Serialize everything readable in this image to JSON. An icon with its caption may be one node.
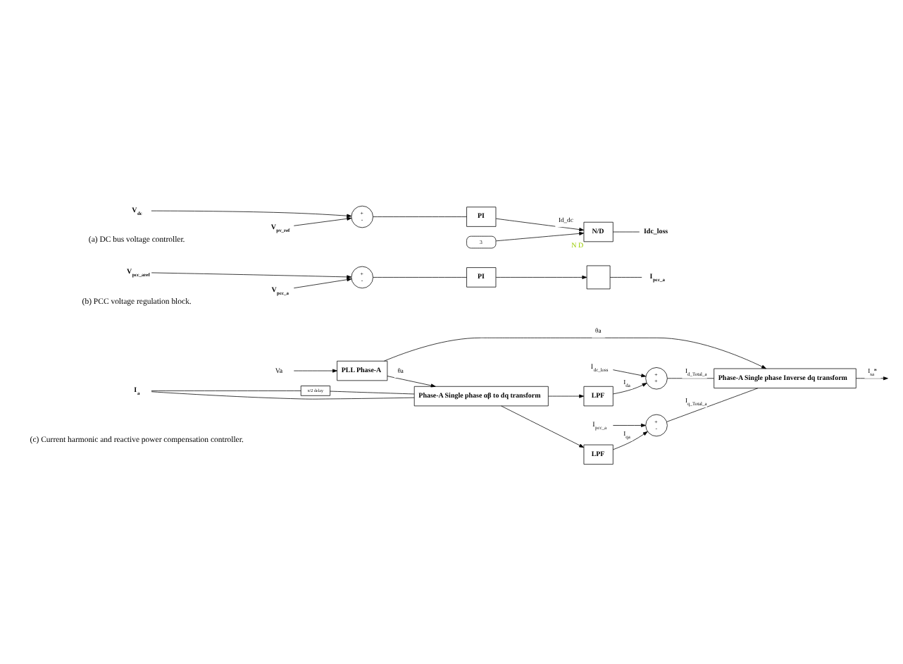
{
  "diagram": {
    "nodes": [
      {
        "text": [
          "V$_{dc}$"
        ]
      },
      {
        "text": [
          "V$_{pv_ref}$"
        ]
      },
      {
        "text": [
          "+",
          "-"
        ]
      },
      {
        "text": [
          "PI"
        ]
      },
      {
        "text": [
          "N/D"
        ],
        "beside": [
          "N",
          "D"
        ]
      },
      {
        "text": [
          "3"
        ]
      },
      {
        "text": [
          "Idc_loss"
        ]
      },
      {
        "text": [
          "V$_{pcc_aref}$"
        ]
      },
      {
        "text": [
          "V$_{pcc_a}$"
        ]
      },
      {
        "text": [
          "+",
          "-"
        ]
      },
      {
        "text": [
          "PI"
        ]
      },
      {
        "text": [],
        "shape": "box"
      },
      {
        "text": [
          "I$_{pcc_a}$"
        ]
      },
      {
        "text": [
          "I$_{a}$"
        ]
      },
      {
        "text": [
          "π/2 delay"
        ]
      },
      {
        "text": [
          "Phase-A Single phase αβ to dq transform"
        ]
      },
      {
        "text": [
          "LPF"
        ]
      },
      {
        "text": [
          "LPF"
        ]
      },
      {
        "text": [
          "+",
          "+"
        ]
      },
      {
        "text": [
          "+",
          "-"
        ]
      },
      {
        "text": [
          "I$_{dc_loss}$"
        ]
      },
      {
        "text": [
          "I$_{pcc_a}$"
        ]
      },
      {
        "text": [
          "Phase-A Single phase Inverse dq transform"
        ]
      },
      {
        "text": [
          "PLL Phase-A"
        ]
      },
      {
        "text": [
          "Va"
        ]
      }
    ],
    "edges": [
      {
        "from": 0,
        "to": 2,
        "arrow": "to"
      },
      {
        "from": 1,
        "to": 2,
        "arrow": "to"
      },
      {
        "from": 2,
        "to": 3,
        "arrow": "none"
      },
      {
        "from": 3,
        "to": 4,
        "arrow": "to",
        "label": "Id_dc"
      },
      {
        "from": 5,
        "to": 4,
        "arrow": "to"
      },
      {
        "from": 4,
        "to": 6,
        "arrow": "none"
      },
      {
        "from": 7,
        "to": 9,
        "arrow": "to"
      },
      {
        "from": 8,
        "to": 9,
        "arrow": "to"
      },
      {
        "from": 9,
        "to": 10,
        "arrow": "none"
      },
      {
        "from": 10,
        "to": 11,
        "arrow": "to"
      },
      {
        "from": 11,
        "to": 12,
        "arrow": "none"
      },
      {
        "from": 13,
        "to": 15,
        "arrow": "none"
      },
      {
        "from": 13,
        "to": 14,
        "arrow": "none"
      },
      {
        "from": 14,
        "to": 15,
        "arrow": "none"
      },
      {
        "from": 15,
        "to": 16,
        "arrow": "to"
      },
      {
        "from": 15,
        "to": 17,
        "arrow": "to"
      },
      {
        "from": 16,
        "to": 18,
        "arrow": "to",
        "label": "I$_{da}$"
      },
      {
        "from": 17,
        "to": 19,
        "arrow": "to",
        "label": "I$_{qa}$"
      },
      {
        "from": 20,
        "to": 18,
        "arrow": "to"
      },
      {
        "from": 21,
        "to": 19,
        "arrow": "to"
      },
      {
        "from": 18,
        "to": 22,
        "arrow": "none",
        "label": "I$_{d_Total_a}$"
      },
      {
        "from": 19,
        "to": 22,
        "arrow": "none",
        "label": "I$_{q_Total_a}$"
      },
      {
        "from": 23,
        "to": 15,
        "arrow": "to",
        "label": "θa"
      },
      {
        "from": 23,
        "to": 22,
        "arrow": "to",
        "label": "θa"
      },
      {
        "from": 24,
        "to": 23,
        "arrow": "to"
      },
      {
        "from": 22,
        "to": null,
        "arrow": "to",
        "label": "I$_{sa}$*"
      }
    ],
    "labels": [
      "(a) DC bus voltage controller.",
      "(b) PCC voltage regulation block.",
      "(c) Current harmonic and reactive power compensation controller."
    ]
  }
}
